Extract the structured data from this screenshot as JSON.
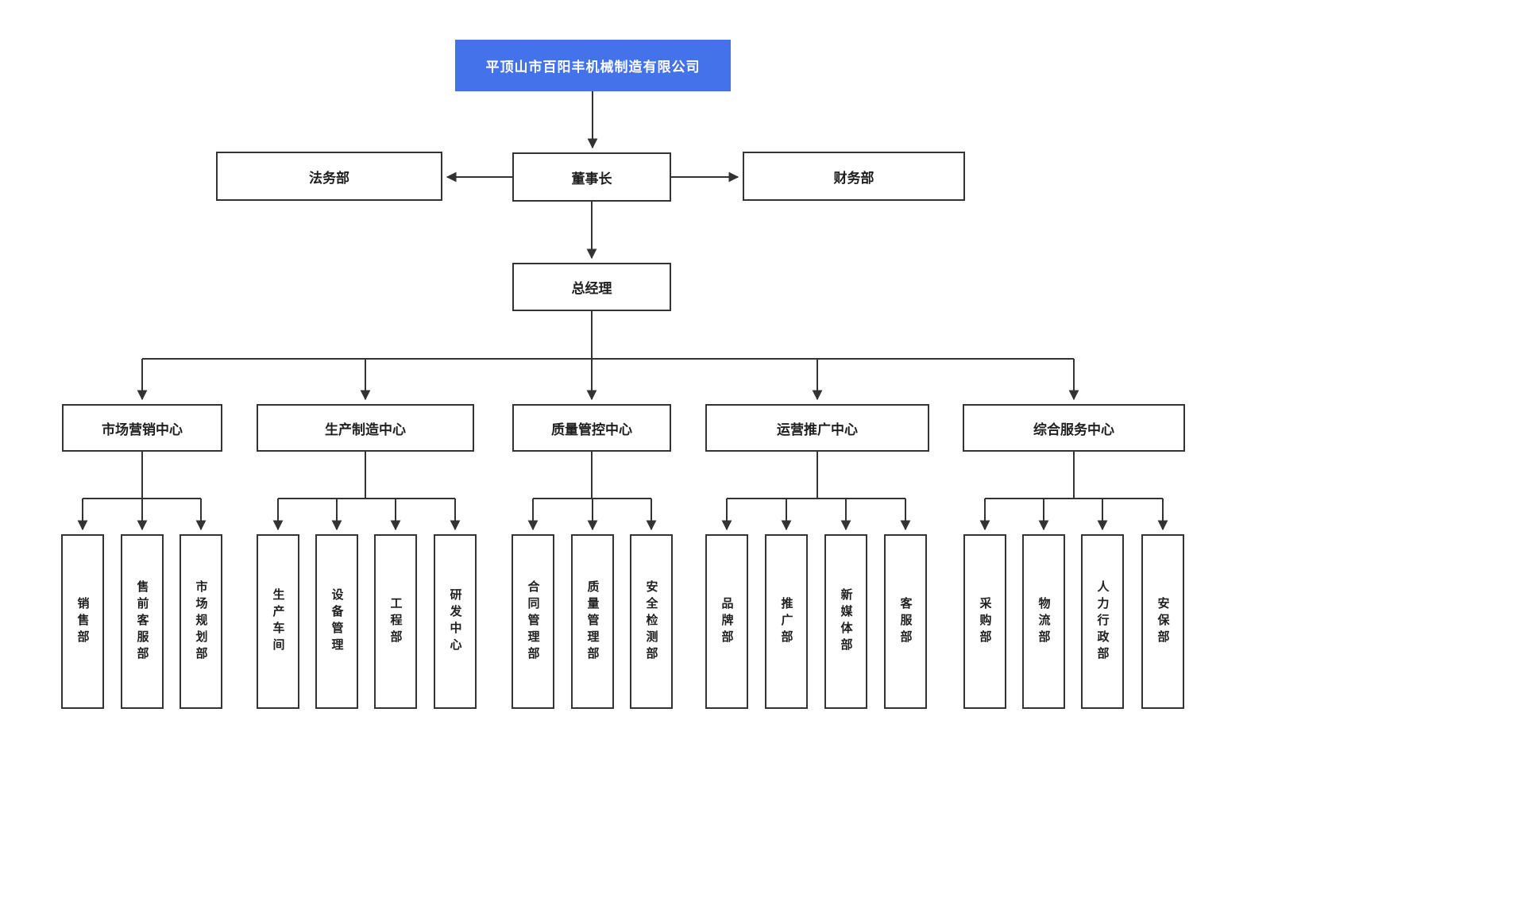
{
  "org_chart": {
    "root": {
      "label": "平顶山市百阳丰机械制造有限公司"
    },
    "chairman": {
      "label": "董事长"
    },
    "legal": {
      "label": "法务部"
    },
    "finance": {
      "label": "财务部"
    },
    "general_manager": {
      "label": "总经理"
    },
    "centers": [
      {
        "label": "市场营销中心",
        "departments": [
          "销售部",
          "售前客服部",
          "市场规划部"
        ]
      },
      {
        "label": "生产制造中心",
        "departments": [
          "生产车间",
          "设备管理",
          "工程部",
          "研发中心"
        ]
      },
      {
        "label": "质量管控中心",
        "departments": [
          "合同管理部",
          "质量管理部",
          "安全检测部"
        ]
      },
      {
        "label": "运营推广中心",
        "departments": [
          "品牌部",
          "推广部",
          "新媒体部",
          "客服部"
        ]
      },
      {
        "label": "综合服务中心",
        "departments": [
          "采购部",
          "物流部",
          "人力行政部",
          "安保部"
        ]
      }
    ],
    "colors": {
      "root_background": "#4472EB",
      "root_text": "#FFFFFF",
      "box_border": "#333333",
      "connector_line": "#333333"
    }
  }
}
